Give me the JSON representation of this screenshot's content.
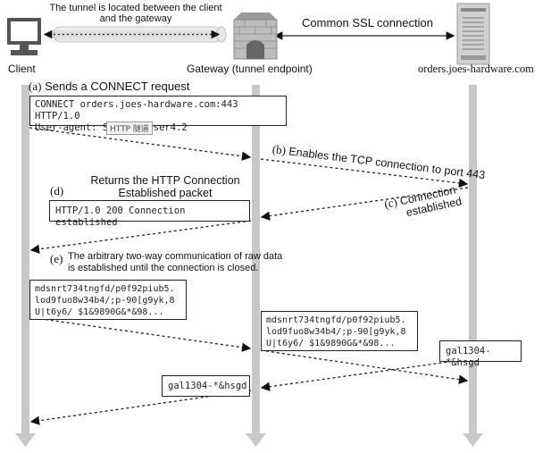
{
  "tunnel_note_line1": "The tunnel is located between the client",
  "tunnel_note_line2": "and the gateway",
  "ssl_label": "Common SSL connection",
  "client_label": "Client",
  "gateway_label": "Gateway (tunnel endpoint)",
  "server_label": "orders.joes-hardware.com",
  "step_a": {
    "marker": "(a)",
    "text": "Sends a CONNECT request"
  },
  "connect_request": {
    "line1": "CONNECT orders.joes-hardware.com:443 HTTP/1.0",
    "line2": "User-agent: SuperBrowser4.2",
    "tag": "HTTP 隧道"
  },
  "step_b": {
    "marker": "(b)",
    "text": "Enables the TCP connection to port 443"
  },
  "step_c": {
    "marker": "(c)",
    "text_line1": "Connection",
    "text_line2": "established"
  },
  "step_d": {
    "marker": "(d)",
    "text_line1": "Returns the HTTP Connection",
    "text_line2": "Established packet"
  },
  "response_box": "HTTP/1.0 200 Connection established",
  "step_e": {
    "marker": "(e)",
    "text_line1": "The arbitrary two-way communication of raw data",
    "text_line2": "is established until the connection is closed."
  },
  "raw_data": {
    "line1": "mdsnrt734tngfd/p0f92piub5.",
    "line2": "lod9fuo8w34b4/;p-90[g9yk,8",
    "line3": "U|t6y6/ $1&9890G&*&98..."
  },
  "server_reply": "gal1304-*&hsgd"
}
